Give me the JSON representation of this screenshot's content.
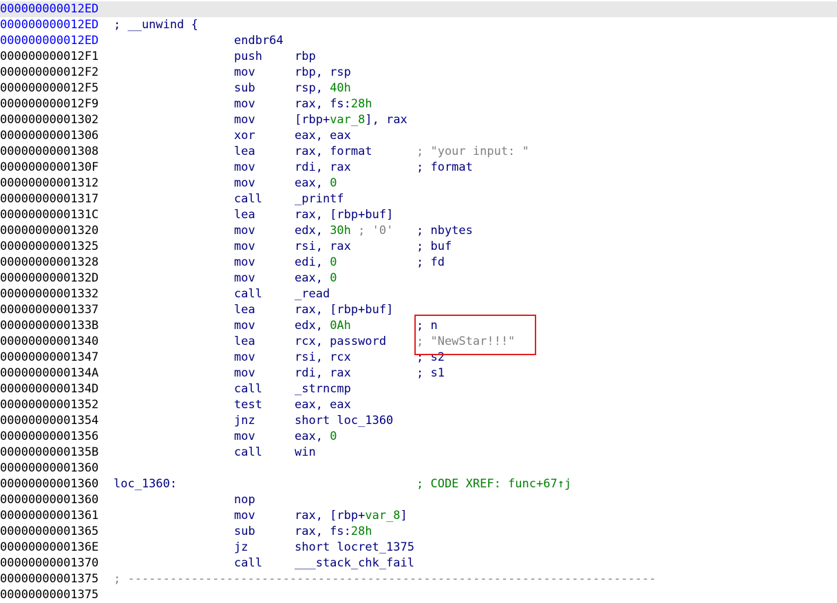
{
  "colors": {
    "address": "#000000",
    "address_current": "#0000ff",
    "code": "#000080",
    "number": "#008000",
    "comment_gray": "#808080",
    "comment_navy": "#000080",
    "comment_green": "#008000",
    "selection": "#e8e8e8",
    "highlight_box": "#e02020"
  },
  "lines": [
    {
      "addr": "000000000012ED",
      "addr_color": "blue",
      "selected": true
    },
    {
      "addr": "000000000012ED",
      "addr_color": "blue",
      "label": "; __unwind {"
    },
    {
      "addr": "000000000012ED",
      "addr_color": "blue",
      "mnem": "endbr64"
    },
    {
      "addr": "000000000012F1",
      "mnem": "push",
      "ops": [
        {
          "t": "rbp"
        }
      ]
    },
    {
      "addr": "000000000012F2",
      "mnem": "mov",
      "ops": [
        {
          "t": "rbp, rsp"
        }
      ]
    },
    {
      "addr": "000000000012F5",
      "mnem": "sub",
      "ops": [
        {
          "t": "rsp, "
        },
        {
          "t": "40h",
          "c": "num"
        }
      ]
    },
    {
      "addr": "000000000012F9",
      "mnem": "mov",
      "ops": [
        {
          "t": "rax, fs:"
        },
        {
          "t": "28h",
          "c": "num"
        }
      ]
    },
    {
      "addr": "00000000001302",
      "mnem": "mov",
      "ops": [
        {
          "t": "[rbp+"
        },
        {
          "t": "var_8",
          "c": "var"
        },
        {
          "t": "], rax"
        }
      ]
    },
    {
      "addr": "00000000001306",
      "mnem": "xor",
      "ops": [
        {
          "t": "eax, eax"
        }
      ]
    },
    {
      "addr": "00000000001308",
      "mnem": "lea",
      "ops": [
        {
          "t": "rax, format"
        }
      ],
      "comment": "; \"your input: \"",
      "cstyle": "gray"
    },
    {
      "addr": "0000000000130F",
      "mnem": "mov",
      "ops": [
        {
          "t": "rdi, rax"
        }
      ],
      "comment": "; format",
      "cstyle": "navy"
    },
    {
      "addr": "00000000001312",
      "mnem": "mov",
      "ops": [
        {
          "t": "eax, "
        },
        {
          "t": "0",
          "c": "num"
        }
      ]
    },
    {
      "addr": "00000000001317",
      "mnem": "call",
      "ops": [
        {
          "t": "_printf"
        }
      ]
    },
    {
      "addr": "0000000000131C",
      "mnem": "lea",
      "ops": [
        {
          "t": "rax, [rbp+"
        },
        {
          "t": "buf",
          "c": "sym"
        },
        {
          "t": "]"
        }
      ]
    },
    {
      "addr": "00000000001320",
      "mnem": "mov",
      "ops": [
        {
          "t": "edx, "
        },
        {
          "t": "30h",
          "c": "num"
        },
        {
          "t": " ; '0'",
          "c": "sep"
        }
      ],
      "comment": "; nbytes",
      "cstyle": "navy"
    },
    {
      "addr": "00000000001325",
      "mnem": "mov",
      "ops": [
        {
          "t": "rsi, rax"
        }
      ],
      "comment": "; buf",
      "cstyle": "navy"
    },
    {
      "addr": "00000000001328",
      "mnem": "mov",
      "ops": [
        {
          "t": "edi, "
        },
        {
          "t": "0",
          "c": "num"
        }
      ],
      "comment": "; fd",
      "cstyle": "navy"
    },
    {
      "addr": "0000000000132D",
      "mnem": "mov",
      "ops": [
        {
          "t": "eax, "
        },
        {
          "t": "0",
          "c": "num"
        }
      ]
    },
    {
      "addr": "00000000001332",
      "mnem": "call",
      "ops": [
        {
          "t": "_read"
        }
      ]
    },
    {
      "addr": "00000000001337",
      "mnem": "lea",
      "ops": [
        {
          "t": "rax, [rbp+"
        },
        {
          "t": "buf",
          "c": "sym"
        },
        {
          "t": "]"
        }
      ]
    },
    {
      "addr": "0000000000133B",
      "mnem": "mov",
      "ops": [
        {
          "t": "edx, "
        },
        {
          "t": "0Ah",
          "c": "num"
        }
      ],
      "comment": "; n",
      "cstyle": "navy"
    },
    {
      "addr": "00000000001340",
      "mnem": "lea",
      "ops": [
        {
          "t": "rcx, password"
        }
      ],
      "comment": "; \"NewStar!!!\"",
      "cstyle": "gray"
    },
    {
      "addr": "00000000001347",
      "mnem": "mov",
      "ops": [
        {
          "t": "rsi, rcx"
        }
      ],
      "comment": "; s2",
      "cstyle": "navy"
    },
    {
      "addr": "0000000000134A",
      "mnem": "mov",
      "ops": [
        {
          "t": "rdi, rax"
        }
      ],
      "comment": "; s1",
      "cstyle": "navy"
    },
    {
      "addr": "0000000000134D",
      "mnem": "call",
      "ops": [
        {
          "t": "_strncmp"
        }
      ]
    },
    {
      "addr": "00000000001352",
      "mnem": "test",
      "ops": [
        {
          "t": "eax, eax"
        }
      ]
    },
    {
      "addr": "00000000001354",
      "mnem": "jnz",
      "ops": [
        {
          "t": "short loc_1360"
        }
      ]
    },
    {
      "addr": "00000000001356",
      "mnem": "mov",
      "ops": [
        {
          "t": "eax, "
        },
        {
          "t": "0",
          "c": "num"
        }
      ]
    },
    {
      "addr": "0000000000135B",
      "mnem": "call",
      "ops": [
        {
          "t": "win"
        }
      ]
    },
    {
      "addr": "00000000001360"
    },
    {
      "addr": "00000000001360",
      "label": "loc_1360:",
      "comment": "; CODE XREF: func+67↑j",
      "cstyle": "green"
    },
    {
      "addr": "00000000001360",
      "mnem": "nop"
    },
    {
      "addr": "00000000001361",
      "mnem": "mov",
      "ops": [
        {
          "t": "rax, [rbp+"
        },
        {
          "t": "var_8",
          "c": "var"
        },
        {
          "t": "]"
        }
      ]
    },
    {
      "addr": "00000000001365",
      "mnem": "sub",
      "ops": [
        {
          "t": "rax, fs:"
        },
        {
          "t": "28h",
          "c": "num"
        }
      ]
    },
    {
      "addr": "0000000000136E",
      "mnem": "jz",
      "ops": [
        {
          "t": "short locret_1375"
        }
      ]
    },
    {
      "addr": "00000000001370",
      "mnem": "call",
      "ops": [
        {
          "t": "___stack_chk_fail"
        }
      ]
    },
    {
      "addr": "00000000001375",
      "separator": "; ---------------------------------------------------------------------------"
    },
    {
      "addr": "00000000001375"
    }
  ]
}
